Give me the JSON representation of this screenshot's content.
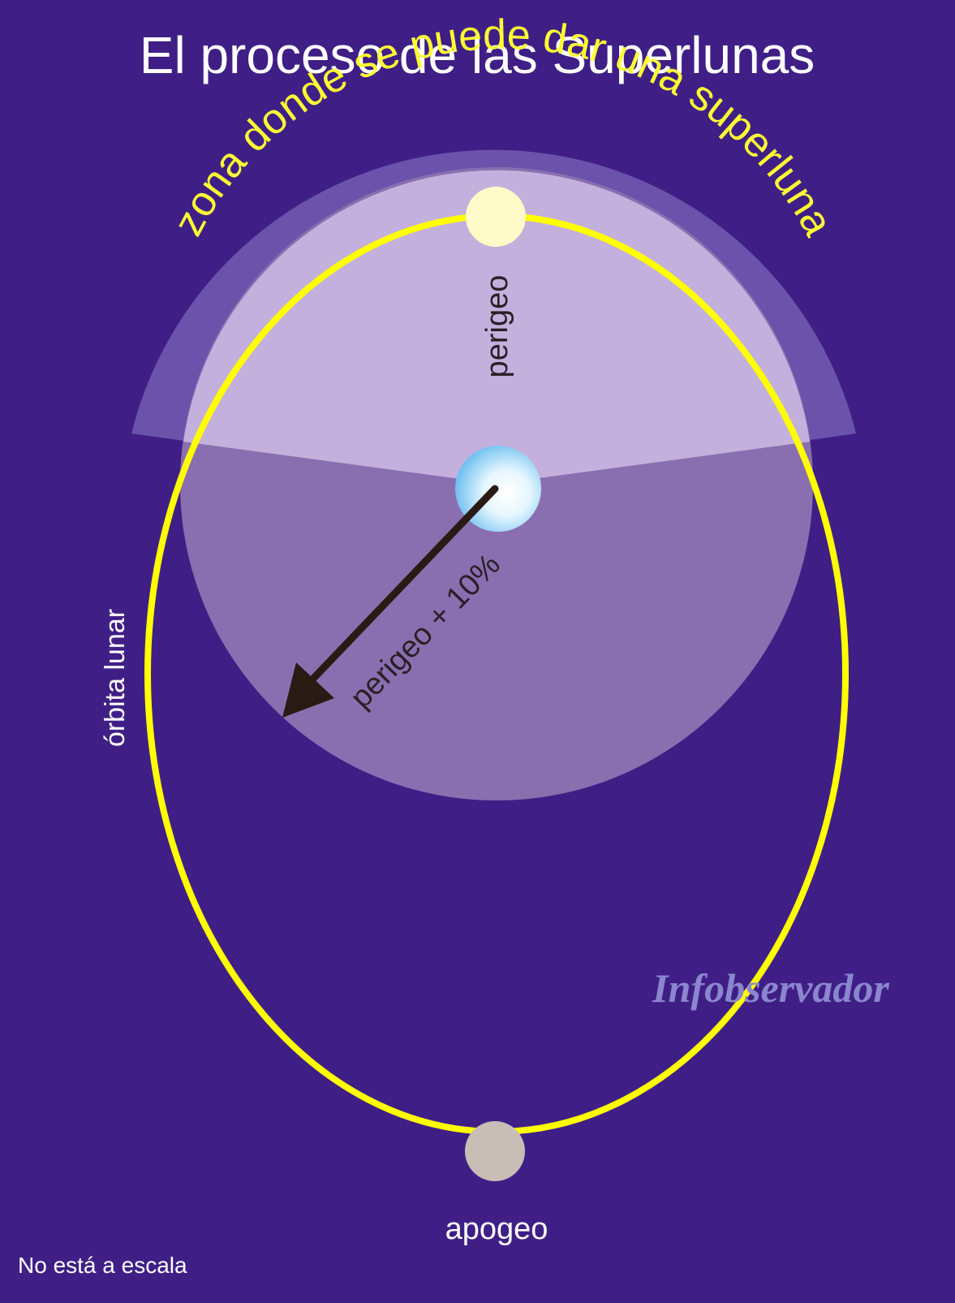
{
  "title": "El proceso de las Superlunas",
  "zone_label": "zona donde se puede dar una superluna",
  "perigee_label": "perigeo",
  "radius_label": "perigeo + 10%",
  "orbit_label": "órbita lunar",
  "apogee_label": "apogeo",
  "watermark": "Infobservador",
  "scale_note": "No está a escala",
  "colors": {
    "background": "#3f1f86",
    "orbit": "#ffff00",
    "zone_text": "#ffff33",
    "zone_fill": "#c8b2dc",
    "perigee_moon": "#fffbc8",
    "apogee_moon": "#c9beb6",
    "arrow": "#2a1a14",
    "watermark": "#8b86cf"
  }
}
